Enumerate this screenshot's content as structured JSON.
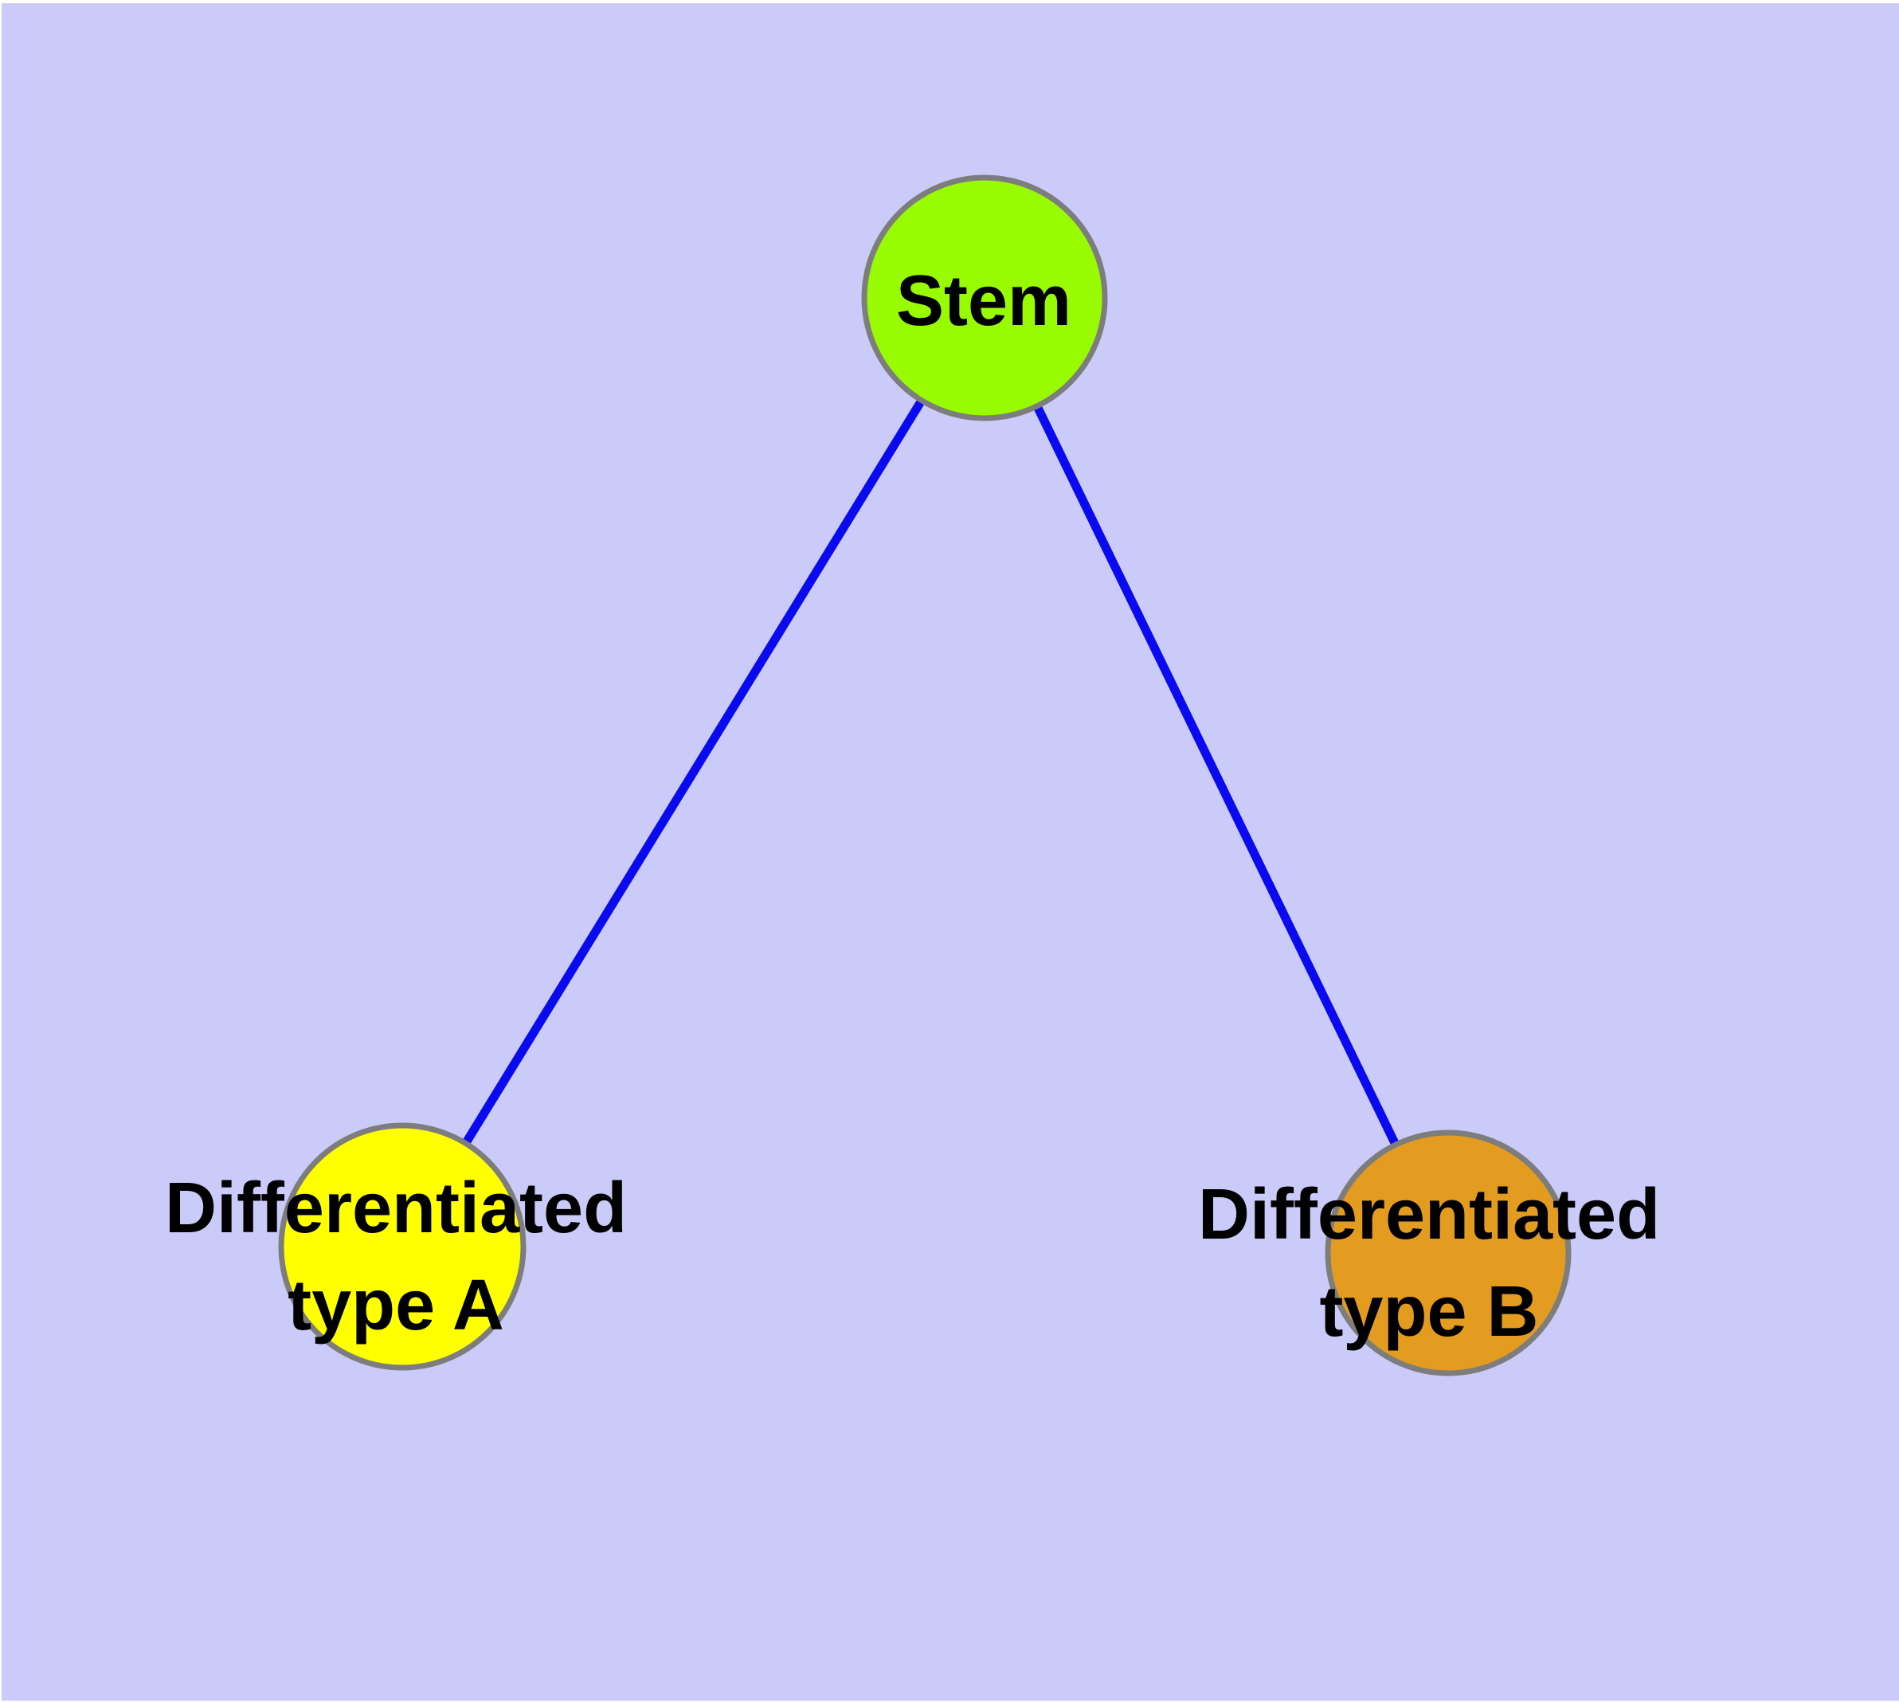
{
  "canvas": {
    "background_color": "#CBCBFA",
    "frame_color": "#FFFFFF"
  },
  "diagram": {
    "type": "node-link-graph",
    "nodes": [
      {
        "id": "stem",
        "label": "Stem",
        "label_lines": [
          "Stem"
        ],
        "shape": "circle",
        "fill": "#99FB01",
        "stroke": "#7D7D7D"
      },
      {
        "id": "differentiated-type-a",
        "label": "Differentiated type A",
        "label_lines": [
          "Differentiated",
          "type A"
        ],
        "shape": "circle",
        "fill": "#FFFF00",
        "stroke": "#7D7D7D"
      },
      {
        "id": "differentiated-type-b",
        "label": "Differentiated type B",
        "label_lines": [
          "Differentiated",
          "type B"
        ],
        "shape": "circle",
        "fill": "#E39C20",
        "stroke": "#7D7D7D"
      }
    ],
    "edges": [
      {
        "from": "stem",
        "to": "differentiated-type-a",
        "color": "#0A0AF0"
      },
      {
        "from": "stem",
        "to": "differentiated-type-b",
        "color": "#0A0AF0"
      }
    ]
  }
}
